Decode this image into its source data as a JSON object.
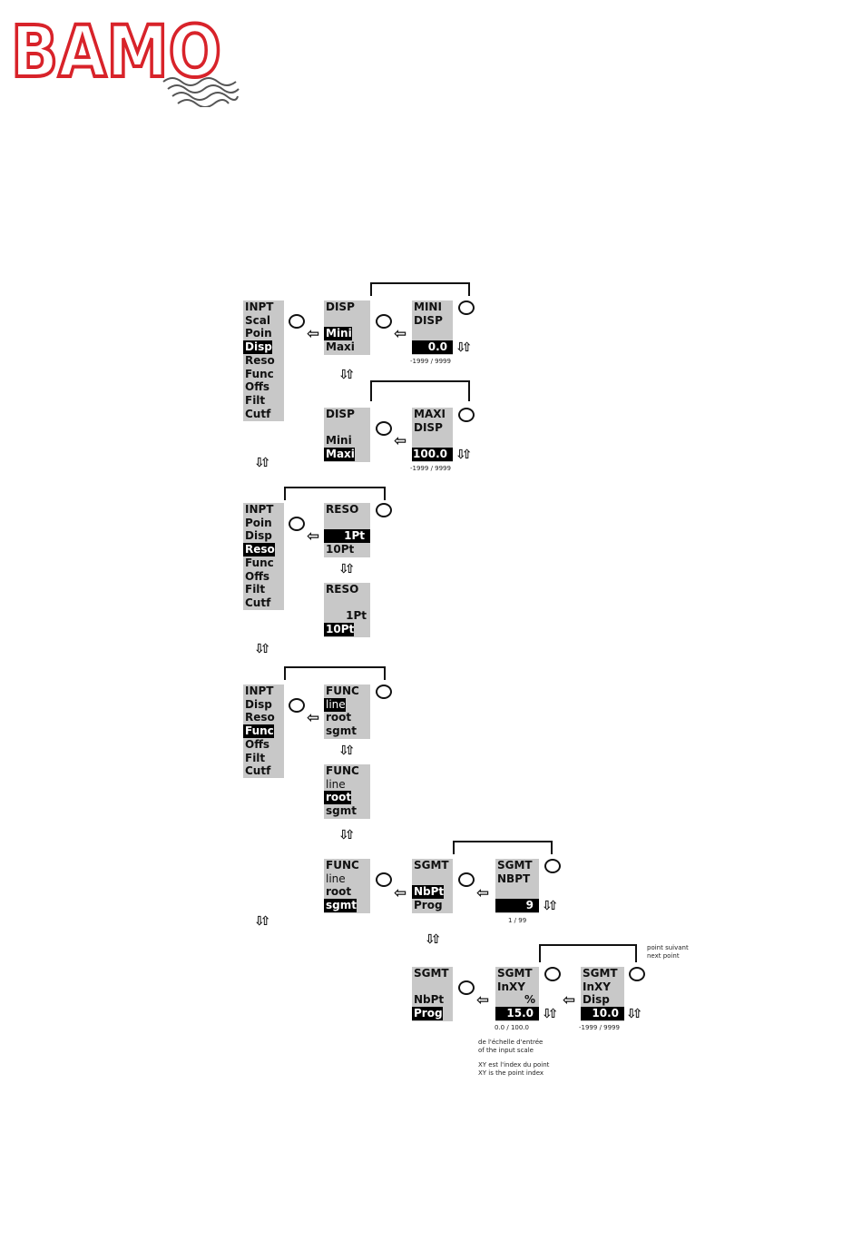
{
  "logo": {
    "text": "BAMO"
  },
  "menus": {
    "m1": [
      "INPT",
      "Scal",
      "Poin",
      "Disp",
      "Reso",
      "Func",
      "Offs",
      "Filt",
      "Cutf"
    ],
    "m2": [
      "INPT",
      "Poin",
      "Disp",
      "Reso",
      "Func",
      "Offs",
      "Filt",
      "Cutf"
    ],
    "m3": [
      "INPT",
      "Disp",
      "Reso",
      "Func",
      "Offs",
      "Filt",
      "Cutf"
    ]
  },
  "disp": {
    "title": "DISP",
    "mini": "Mini",
    "maxi": "Maxi"
  },
  "mini_disp": {
    "l1": "MINI",
    "l2": "DISP",
    "value": "0.0",
    "range": "-1999 / 9999"
  },
  "maxi_disp": {
    "l1": "MAXI",
    "l2": "DISP",
    "value": "100.0",
    "range": "-1999 / 9999"
  },
  "reso": {
    "title": "RESO",
    "opt1": "1Pt",
    "opt2": "10Pt"
  },
  "func": {
    "title": "FUNC",
    "line": "line",
    "root": "root",
    "sgmt": "sgmt"
  },
  "sgmt": {
    "title": "SGMT",
    "nbpt": "NbPt",
    "prog": "Prog"
  },
  "sgmt_nbpt": {
    "l1": "SGMT",
    "l2": "NBPT",
    "value": "9",
    "range": "1 / 99"
  },
  "sgmt_inxy_pct": {
    "l1": "SGMT",
    "l2": "InXY",
    "l3": "%",
    "value": "15.0",
    "range": "0.0 / 100.0"
  },
  "sgmt_inxy_disp": {
    "l1": "SGMT",
    "l2": "InXY",
    "l3": "Disp",
    "value": "10.0",
    "range": "-1999 / 9999"
  },
  "notes": {
    "next_fr": "point suivant",
    "next_en": "next point",
    "scale_fr": "de l'échelle d'entrée",
    "scale_en": "of the input scale",
    "index_fr": "XY est l'index du point",
    "index_en": "XY is the point index"
  },
  "symbols": {
    "knob": "rotary-knob",
    "left": "⇦",
    "updown": "⇩⇧"
  },
  "colors": {
    "logo_red": "#d8232a",
    "menu_bg": "#c8c8c8",
    "highlight": "#000000"
  }
}
